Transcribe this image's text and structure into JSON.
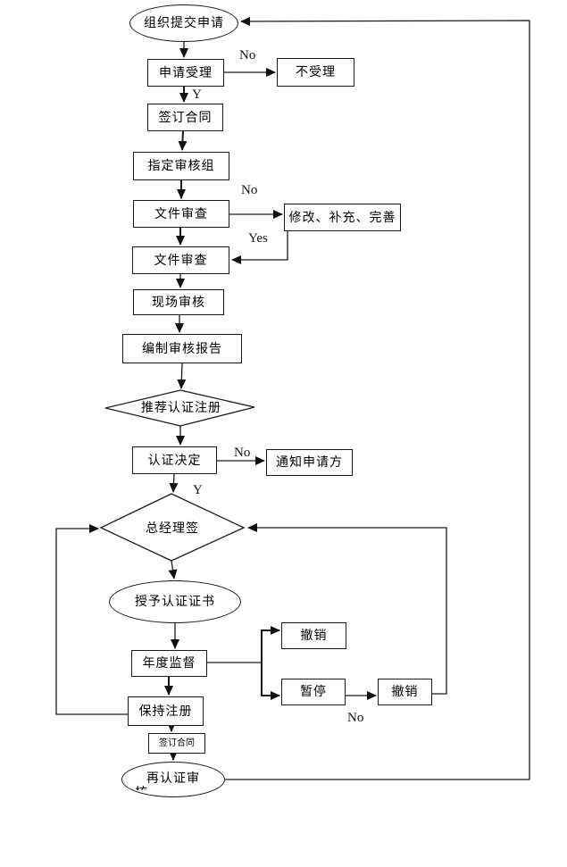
{
  "page": {
    "background": "#ffffff",
    "line_color": "#1a1a1a"
  },
  "flowchart": {
    "nodes": {
      "submit": {
        "label": "组织提交申请",
        "shape": "ellipse"
      },
      "accept": {
        "label": "申请受理",
        "shape": "rect"
      },
      "reject": {
        "label": "不受理",
        "shape": "rect"
      },
      "sign_contract": {
        "label": "签订合同",
        "shape": "rect"
      },
      "assign_team": {
        "label": "指定审核组",
        "shape": "rect"
      },
      "doc_review_1": {
        "label": "文件审查",
        "shape": "rect"
      },
      "modify": {
        "label": "修改、补充、完善",
        "shape": "rect"
      },
      "doc_review_2": {
        "label": "文件审查",
        "shape": "rect"
      },
      "onsite_audit": {
        "label": "现场审核",
        "shape": "rect"
      },
      "audit_report": {
        "label": "编制审核报告",
        "shape": "rect"
      },
      "recommend": {
        "label": "推荐认证注册",
        "shape": "diamond"
      },
      "decision": {
        "label": "认证决定",
        "shape": "rect"
      },
      "notify": {
        "label": "通知申请方",
        "shape": "rect"
      },
      "gm_sign": {
        "label": "总经理签",
        "shape": "diamond"
      },
      "award": {
        "label": "授予认证证书",
        "shape": "ellipse"
      },
      "annual": {
        "label": "年度监督",
        "shape": "rect"
      },
      "revoke_1": {
        "label": "撤销",
        "shape": "rect"
      },
      "suspend": {
        "label": "暂停",
        "shape": "rect"
      },
      "revoke_2": {
        "label": "撤销",
        "shape": "rect"
      },
      "keep_reg": {
        "label": "保持注册",
        "shape": "rect"
      },
      "sign_contract_2": {
        "label": "签订合同",
        "shape": "rect"
      },
      "recert": {
        "label": "再认证审",
        "label_line2": "核",
        "shape": "ellipse"
      }
    },
    "edge_labels": {
      "accept_no": "No",
      "accept_yes": "Y",
      "doc_review_no": "No",
      "doc_review_yes": "Yes",
      "decision_no": "No",
      "decision_yes": "Y",
      "suspend_no": "No"
    }
  }
}
